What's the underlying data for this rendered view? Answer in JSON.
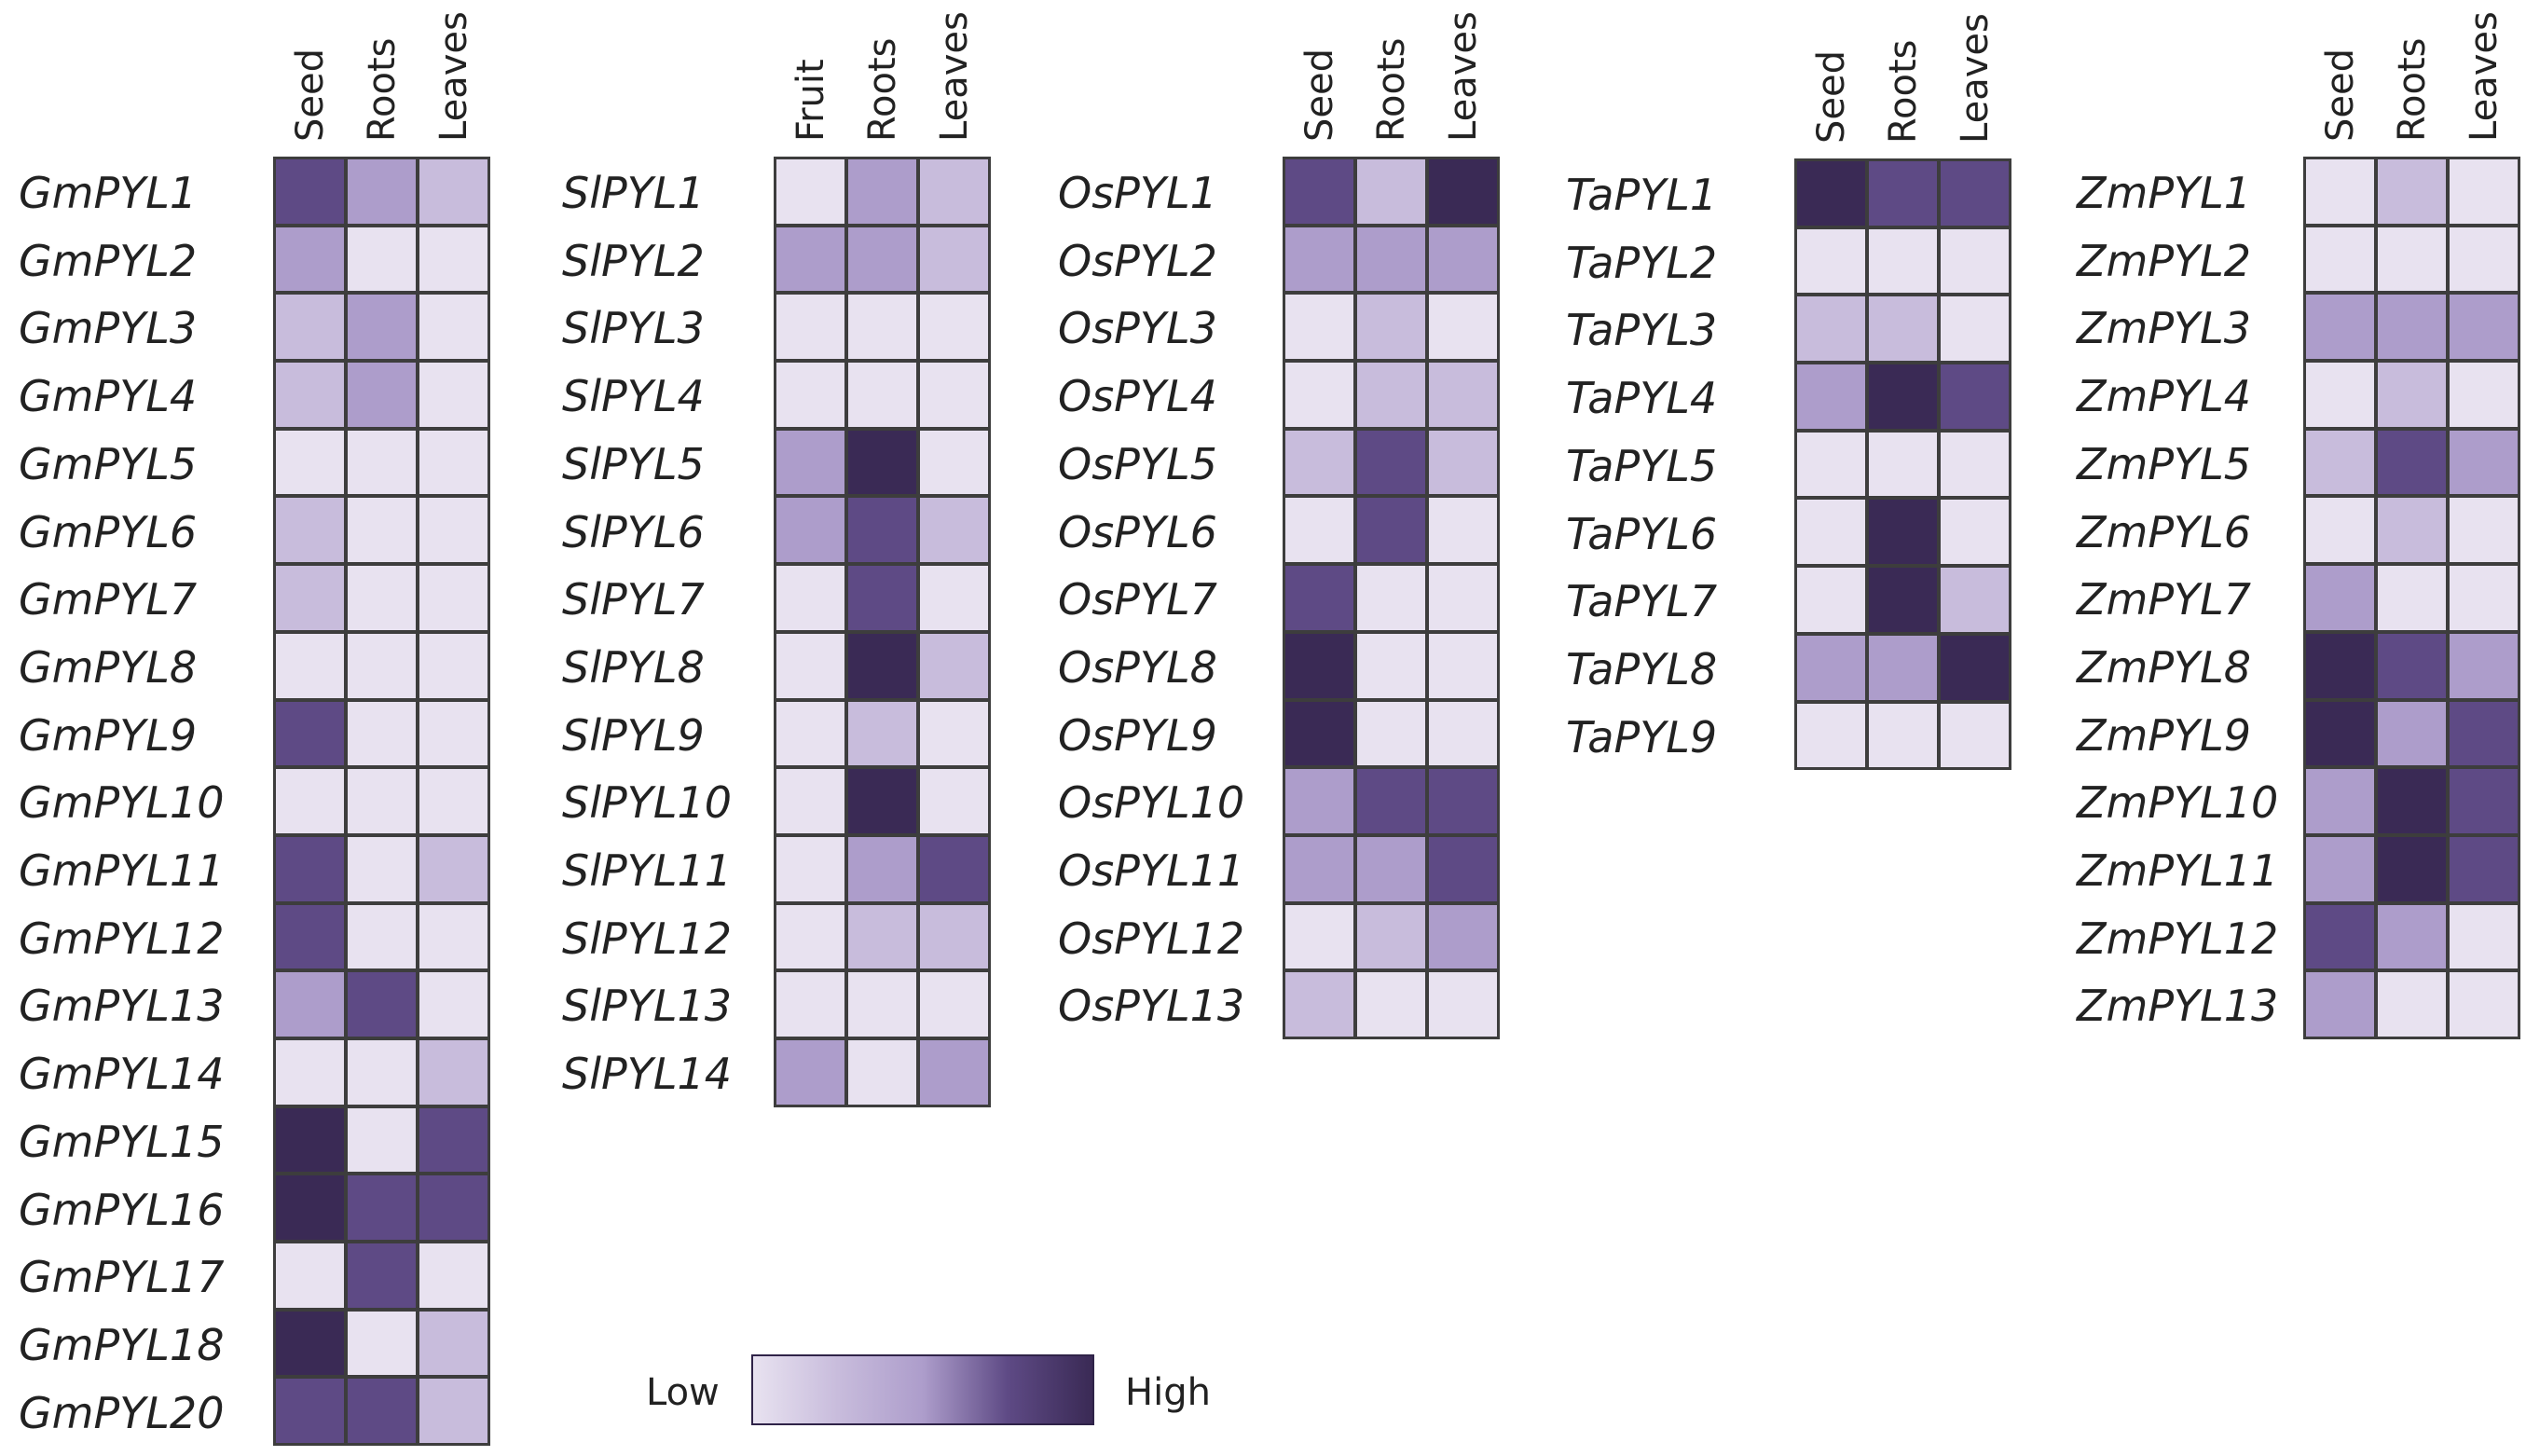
{
  "colors": {
    "levels": [
      "#e8e2f0",
      "#c8bcdc",
      "#ad9dcb",
      "#5e4a85",
      "#3a2a55"
    ],
    "border": "#3d3d3d"
  },
  "legend": {
    "low": "Low",
    "high": "High"
  },
  "chart_data": [
    {
      "type": "heatmap",
      "species_prefix": "Gm",
      "columns": [
        "Seed",
        "Roots",
        "Leaves"
      ],
      "genes": [
        "GmPYL1",
        "GmPYL2",
        "GmPYL3",
        "GmPYL4",
        "GmPYL5",
        "GmPYL6",
        "GmPYL7",
        "GmPYL8",
        "GmPYL9",
        "GmPYL10",
        "GmPYL11",
        "GmPYL12",
        "GmPYL13",
        "GmPYL14",
        "GmPYL15",
        "GmPYL16",
        "GmPYL17",
        "GmPYL18",
        "GmPYL20"
      ],
      "values": [
        [
          3,
          2,
          1
        ],
        [
          2,
          0,
          0
        ],
        [
          1,
          2,
          0
        ],
        [
          1,
          2,
          0
        ],
        [
          0,
          0,
          0
        ],
        [
          1,
          0,
          0
        ],
        [
          1,
          0,
          0
        ],
        [
          0,
          0,
          0
        ],
        [
          3,
          0,
          0
        ],
        [
          0,
          0,
          0
        ],
        [
          3,
          0,
          1
        ],
        [
          3,
          0,
          0
        ],
        [
          2,
          3,
          0
        ],
        [
          0,
          0,
          1
        ],
        [
          4,
          0,
          3
        ],
        [
          4,
          3,
          3
        ],
        [
          0,
          3,
          0
        ],
        [
          4,
          0,
          1
        ],
        [
          3,
          3,
          1
        ]
      ],
      "scale": "0 = Low, 4 = High"
    },
    {
      "type": "heatmap",
      "species_prefix": "Sl",
      "columns": [
        "Fruit",
        "Roots",
        "Leaves"
      ],
      "genes": [
        "SlPYL1",
        "SlPYL2",
        "SlPYL3",
        "SlPYL4",
        "SlPYL5",
        "SlPYL6",
        "SlPYL7",
        "SlPYL8",
        "SlPYL9",
        "SlPYL10",
        "SlPYL11",
        "SlPYL12",
        "SlPYL13",
        "SlPYL14"
      ],
      "values": [
        [
          0,
          2,
          1
        ],
        [
          2,
          2,
          1
        ],
        [
          0,
          0,
          0
        ],
        [
          0,
          0,
          0
        ],
        [
          2,
          4,
          0
        ],
        [
          2,
          3,
          1
        ],
        [
          0,
          3,
          0
        ],
        [
          0,
          4,
          1
        ],
        [
          0,
          1,
          0
        ],
        [
          0,
          4,
          0
        ],
        [
          0,
          2,
          3
        ],
        [
          0,
          1,
          1
        ],
        [
          0,
          0,
          0
        ],
        [
          2,
          0,
          2
        ]
      ],
      "scale": "0 = Low, 4 = High"
    },
    {
      "type": "heatmap",
      "species_prefix": "Os",
      "columns": [
        "Seed",
        "Roots",
        "Leaves"
      ],
      "genes": [
        "OsPYL1",
        "OsPYL2",
        "OsPYL3",
        "OsPYL4",
        "OsPYL5",
        "OsPYL6",
        "OsPYL7",
        "OsPYL8",
        "OsPYL9",
        "OsPYL10",
        "OsPYL11",
        "OsPYL12",
        "OsPYL13"
      ],
      "values": [
        [
          3,
          1,
          4
        ],
        [
          2,
          2,
          2
        ],
        [
          0,
          1,
          0
        ],
        [
          0,
          1,
          1
        ],
        [
          1,
          3,
          1
        ],
        [
          0,
          3,
          0
        ],
        [
          3,
          0,
          0
        ],
        [
          4,
          0,
          0
        ],
        [
          4,
          0,
          0
        ],
        [
          2,
          3,
          3
        ],
        [
          2,
          2,
          3
        ],
        [
          0,
          1,
          2
        ],
        [
          1,
          0,
          0
        ]
      ],
      "scale": "0 = Low, 4 = High"
    },
    {
      "type": "heatmap",
      "species_prefix": "Ta",
      "columns": [
        "Seed",
        "Roots",
        "Leaves"
      ],
      "genes": [
        "TaPYL1",
        "TaPYL2",
        "TaPYL3",
        "TaPYL4",
        "TaPYL5",
        "TaPYL6",
        "TaPYL7",
        "TaPYL8",
        "TaPYL9"
      ],
      "values": [
        [
          4,
          3,
          3
        ],
        [
          0,
          0,
          0
        ],
        [
          1,
          1,
          0
        ],
        [
          2,
          4,
          3
        ],
        [
          0,
          0,
          0
        ],
        [
          0,
          4,
          0
        ],
        [
          0,
          4,
          1
        ],
        [
          2,
          2,
          4
        ],
        [
          0,
          0,
          0
        ]
      ],
      "scale": "0 = Low, 4 = High"
    },
    {
      "type": "heatmap",
      "species_prefix": "Zm",
      "columns": [
        "Seed",
        "Roots",
        "Leaves"
      ],
      "genes": [
        "ZmPYL1",
        "ZmPYL2",
        "ZmPYL3",
        "ZmPYL4",
        "ZmPYL5",
        "ZmPYL6",
        "ZmPYL7",
        "ZmPYL8",
        "ZmPYL9",
        "ZmPYL10",
        "ZmPYL11",
        "ZmPYL12",
        "ZmPYL13"
      ],
      "values": [
        [
          0,
          1,
          0
        ],
        [
          0,
          0,
          0
        ],
        [
          2,
          2,
          2
        ],
        [
          0,
          1,
          0
        ],
        [
          1,
          3,
          2
        ],
        [
          0,
          1,
          0
        ],
        [
          2,
          0,
          0
        ],
        [
          4,
          3,
          2
        ],
        [
          4,
          2,
          3
        ],
        [
          2,
          4,
          3
        ],
        [
          2,
          4,
          3
        ],
        [
          3,
          2,
          0
        ],
        [
          2,
          0,
          0
        ]
      ],
      "scale": "0 = Low, 4 = High"
    }
  ]
}
